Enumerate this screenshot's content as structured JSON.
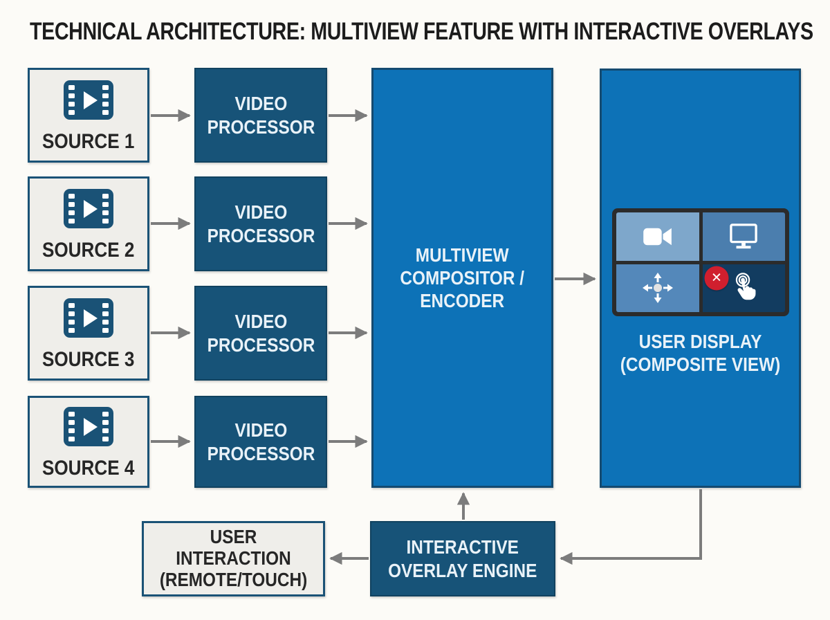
{
  "title": "TECHNICAL ARCHITECTURE: MULTIVIEW FEATURE WITH INTERACTIVE OVERLAYS",
  "diagram": {
    "sources": [
      {
        "label": "SOURCE 1"
      },
      {
        "label": "SOURCE 2"
      },
      {
        "label": "SOURCE 3"
      },
      {
        "label": "SOURCE 4"
      }
    ],
    "processors": [
      {
        "label": "VIDEO PROCESSOR"
      },
      {
        "label": "VIDEO PROCESSOR"
      },
      {
        "label": "VIDEO PROCESSOR"
      },
      {
        "label": "VIDEO PROCESSOR"
      }
    ],
    "compositor": {
      "lines": [
        "MULTIVIEW",
        "COMPOSITOR /",
        "ENCODER"
      ]
    },
    "display": {
      "lines": [
        "USER DISPLAY",
        "(COMPOSITE VIEW)"
      ],
      "grid_icons": [
        "video-camera",
        "monitor",
        "move",
        "touch"
      ],
      "badge_glyph": "✕"
    },
    "engine": {
      "lines": [
        "INTERACTIVE",
        "OVERLAY ENGINE"
      ]
    },
    "interaction": {
      "lines": [
        "USER INTERACTION",
        "(REMOTE/TOUCH)"
      ]
    }
  },
  "colors": {
    "dark_blue": "#175378",
    "bright_blue": "#0d72b7",
    "node_border_teal": "#1a5276",
    "light_gray_fill": "#efeeea",
    "arrow_gray": "#7c7c7c",
    "grid_frame": "#2b2b2b",
    "cell_top_left": "#7ea7cb",
    "cell_top_right": "#4b7eae",
    "cell_bottom_left": "#5488ba",
    "cell_bottom_right": "#123c60",
    "badge_red": "#d01f2e",
    "title_text": "#1c1c1c",
    "light_text": "#e9f2f8"
  }
}
